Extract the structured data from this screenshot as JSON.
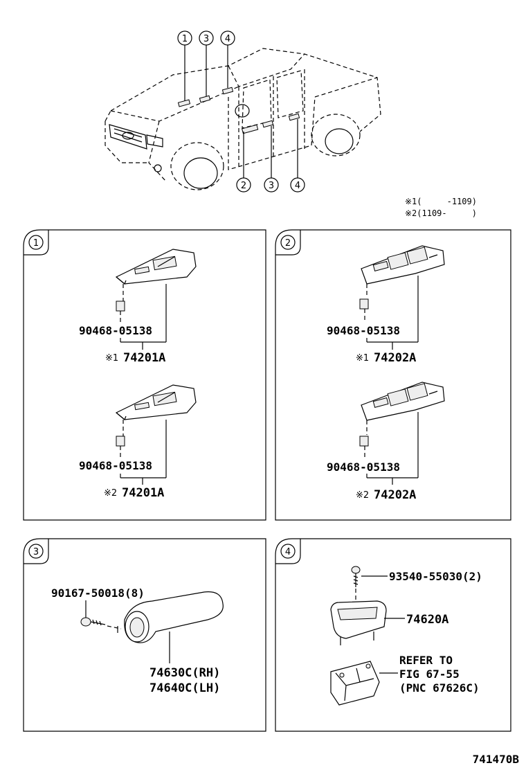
{
  "overview": {
    "top_callouts": [
      "1",
      "3",
      "4"
    ],
    "bottom_callouts": [
      "2",
      "3",
      "4"
    ],
    "notes": [
      "※1(     -1109)",
      "※2(1109-     )"
    ]
  },
  "panels": [
    {
      "callout": "1",
      "groups": [
        {
          "clip": "90468-05138",
          "note": "※1",
          "part": "74201A"
        },
        {
          "clip": "90468-05138",
          "note": "※2",
          "part": "74201A"
        }
      ]
    },
    {
      "callout": "2",
      "groups": [
        {
          "clip": "90468-05138",
          "note": "※1",
          "part": "74202A"
        },
        {
          "clip": "90468-05138",
          "note": "※2",
          "part": "74202A"
        }
      ]
    },
    {
      "callout": "3",
      "screw": "90167-50018(8)",
      "part_rh": "74630C(RH)",
      "part_lh": "74640C(LH)"
    },
    {
      "callout": "4",
      "screw": "93540-55030(2)",
      "part": "74620A",
      "refer": [
        "REFER TO",
        "FIG 67-55",
        "(PNC 67626C)"
      ]
    }
  ],
  "figure_code": "741470B"
}
